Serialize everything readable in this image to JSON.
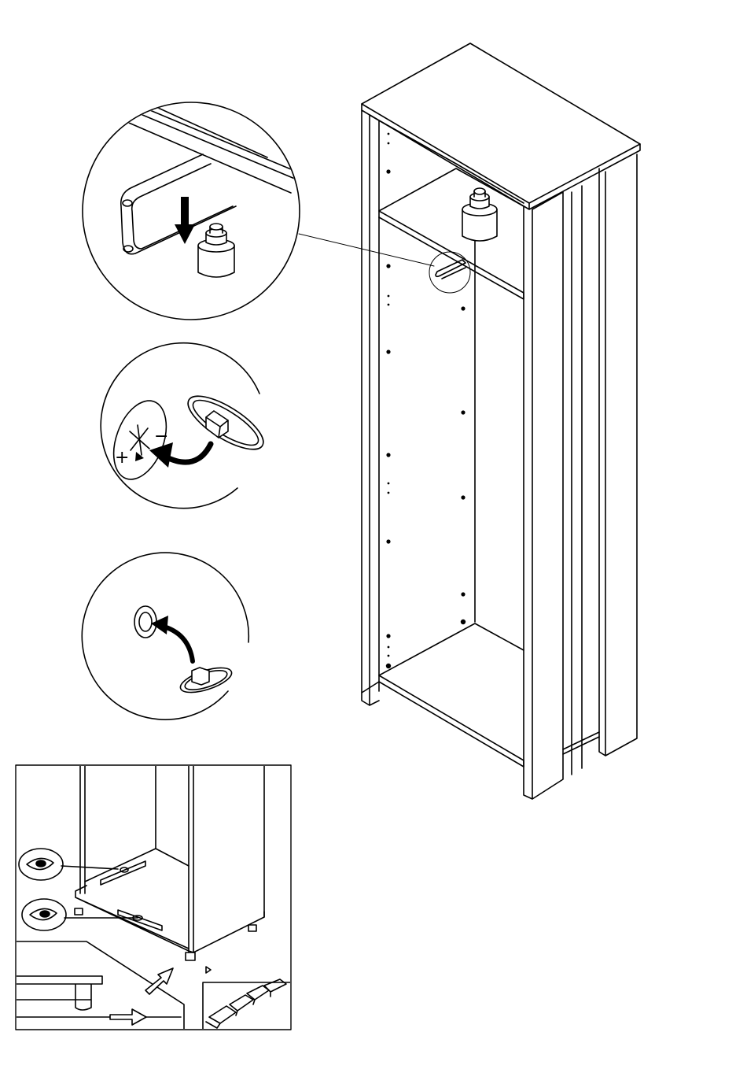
{
  "page": {
    "background": "#ffffff",
    "ink": "#000000",
    "paper_grey": "#e6e6e6"
  },
  "detail_1": {
    "icons": [
      "shelf-support-clip",
      "weight-icon",
      "press-down-arrow"
    ]
  },
  "detail_2": {
    "signs": {
      "plus": "+",
      "minus": "−"
    },
    "icons": [
      "cam-lock-dial",
      "cam-lock-housing",
      "insert-arrow"
    ]
  },
  "detail_3": {
    "icons": [
      "cam-cap",
      "cover-cap-hole",
      "insert-arrow"
    ]
  },
  "detail_4": {
    "icons": [
      "spirit-level",
      "wedge-shims",
      "push-arrow"
    ]
  },
  "cabinet": {
    "icons": [
      "tall-cabinet",
      "weight-icon",
      "shelf-pin-holes"
    ]
  }
}
